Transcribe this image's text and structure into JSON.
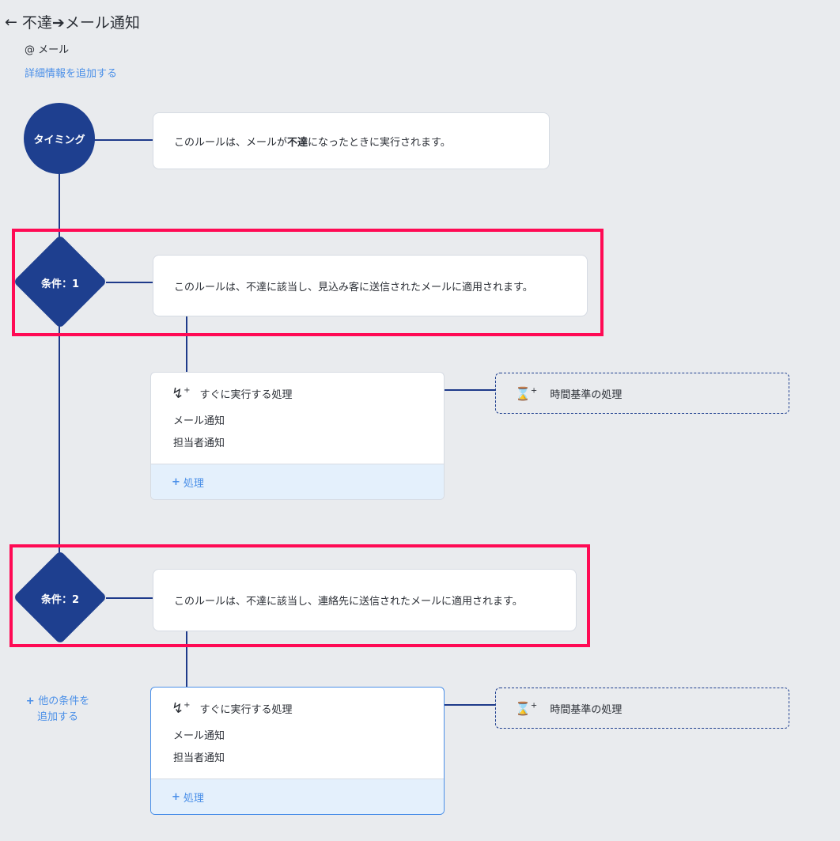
{
  "header": {
    "title": "不達➔メール通知",
    "channel": "@ メール",
    "add_details": "詳細情報を追加する"
  },
  "timing": {
    "label": "タイミング",
    "text_before": "このルールは、メールが",
    "text_bold": "不達",
    "text_after": "になったときに実行されます。"
  },
  "conditions": [
    {
      "label": "条件：1",
      "text": "このルールは、不達に該当し、見込み客に送信されたメールに適用されます。",
      "immediate": {
        "title": "すぐに実行する処理",
        "items": [
          "メール通知",
          "担当者通知"
        ],
        "add": "処理"
      },
      "time_based": "時間基準の処理"
    },
    {
      "label": "条件：2",
      "text": "このルールは、不達に該当し、連絡先に送信されたメールに適用されます。",
      "immediate": {
        "title": "すぐに実行する処理",
        "items": [
          "メール通知",
          "担当者通知"
        ],
        "add": "処理"
      },
      "time_based": "時間基準の処理"
    }
  ],
  "add_condition": {
    "line1": "他の条件を",
    "line2": "追加する"
  },
  "colors": {
    "node": "#1e3f8f",
    "highlight": "#ff0a54",
    "link": "#4a8fe8"
  }
}
